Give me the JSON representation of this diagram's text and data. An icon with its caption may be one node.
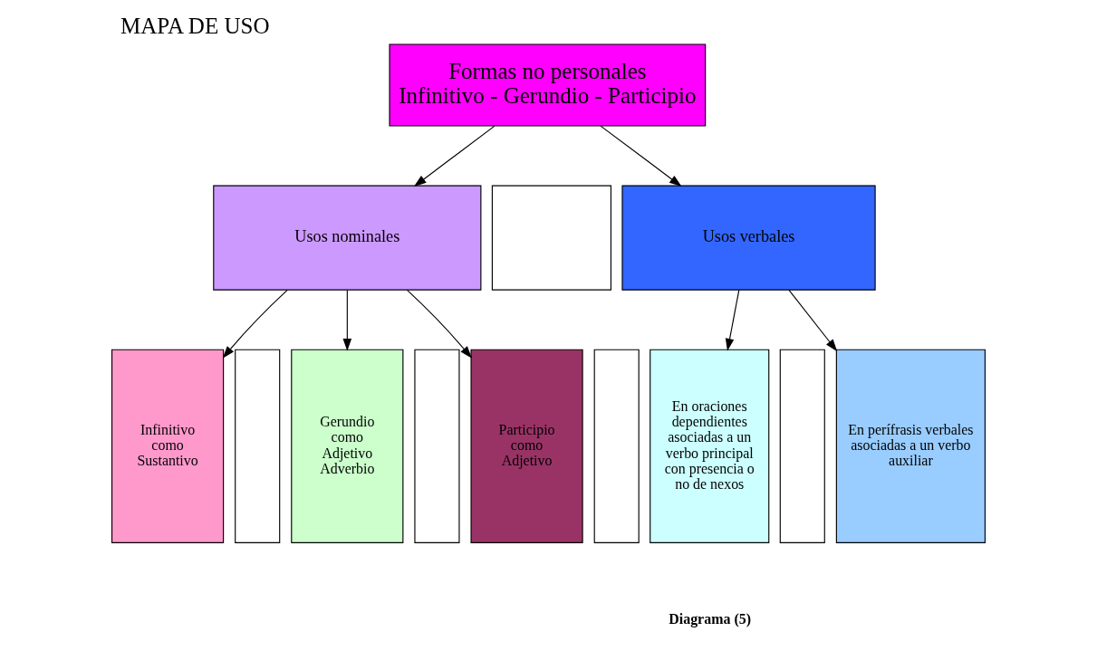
{
  "diagram": {
    "title": "MAPA DE USO",
    "caption": "Diagrama (5)",
    "nodes": [
      {
        "text": [
          "Formas no personales",
          "Infinitivo - Gerundio - Participio"
        ]
      },
      {
        "text": [
          "Usos nominales"
        ]
      },
      {
        "text": [],
        "shape": "box"
      },
      {
        "text": [
          "Usos verbales"
        ]
      },
      {
        "text": [
          "Infinitivo como Sustantivo"
        ]
      },
      {
        "text": [],
        "shape": "box"
      },
      {
        "text": [
          "Gerundio como Adjetivo Adverbio"
        ]
      },
      {
        "text": [],
        "shape": "box"
      },
      {
        "text": [
          "Participio como Adjetivo"
        ]
      },
      {
        "text": [],
        "shape": "box"
      },
      {
        "text": [
          "En oraciones dependientes asociadas a un verbo principal con presencia o no de nexos"
        ]
      },
      {
        "text": [],
        "shape": "box"
      },
      {
        "text": [
          "En perífrasis verbales asociadas a un verbo auxiliar"
        ]
      }
    ],
    "edges": [
      {
        "from": 0,
        "to": 1,
        "arrow": "to"
      },
      {
        "from": 0,
        "to": 3,
        "arrow": "to"
      },
      {
        "from": 1,
        "to": 4,
        "arrow": "to"
      },
      {
        "from": 1,
        "to": 6,
        "arrow": "to"
      },
      {
        "from": 1,
        "to": 8,
        "arrow": "to"
      },
      {
        "from": 3,
        "to": 10,
        "arrow": "to"
      },
      {
        "from": 3,
        "to": 12,
        "arrow": "to"
      }
    ]
  }
}
